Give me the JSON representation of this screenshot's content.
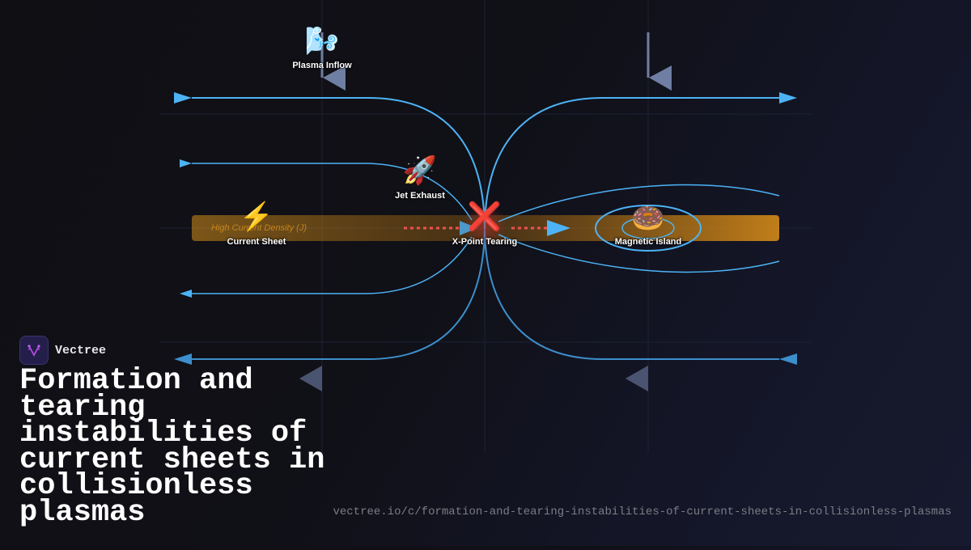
{
  "brand": {
    "name": "Vectree",
    "logo_icon": "vectree-fork-icon"
  },
  "title": "Formation and tearing instabilities of current sheets in collisionless plasmas",
  "url": "vectree.io/c/formation-and-tearing-instabilities-of-current-sheets-in-collisionless-plasmas",
  "diagram": {
    "current_sheet_annotation": "High Current Density (J)",
    "nodes": [
      {
        "id": "plasma-inflow",
        "label": "Plasma Inflow",
        "emoji": "🌬️",
        "icon": "wind-face-icon"
      },
      {
        "id": "jet-exhaust",
        "label": "Jet Exhaust",
        "emoji": "🚀",
        "icon": "rocket-icon"
      },
      {
        "id": "current-sheet",
        "label": "Current Sheet",
        "emoji": "⚡",
        "icon": "lightning-icon"
      },
      {
        "id": "x-point",
        "label": "X-Point Tearing",
        "emoji": "❌",
        "icon": "cross-mark-icon"
      },
      {
        "id": "magnetic-island",
        "label": "Magnetic Island",
        "emoji": "🍩",
        "icon": "donut-icon"
      }
    ],
    "colors": {
      "field_line": "#4db3f5",
      "current_sheet": "#d4901c",
      "tearing_flow": "#f05050",
      "inflow_arrow": "#6f7fa3",
      "grid": "#1c2233",
      "background": "#0f0f14"
    }
  }
}
